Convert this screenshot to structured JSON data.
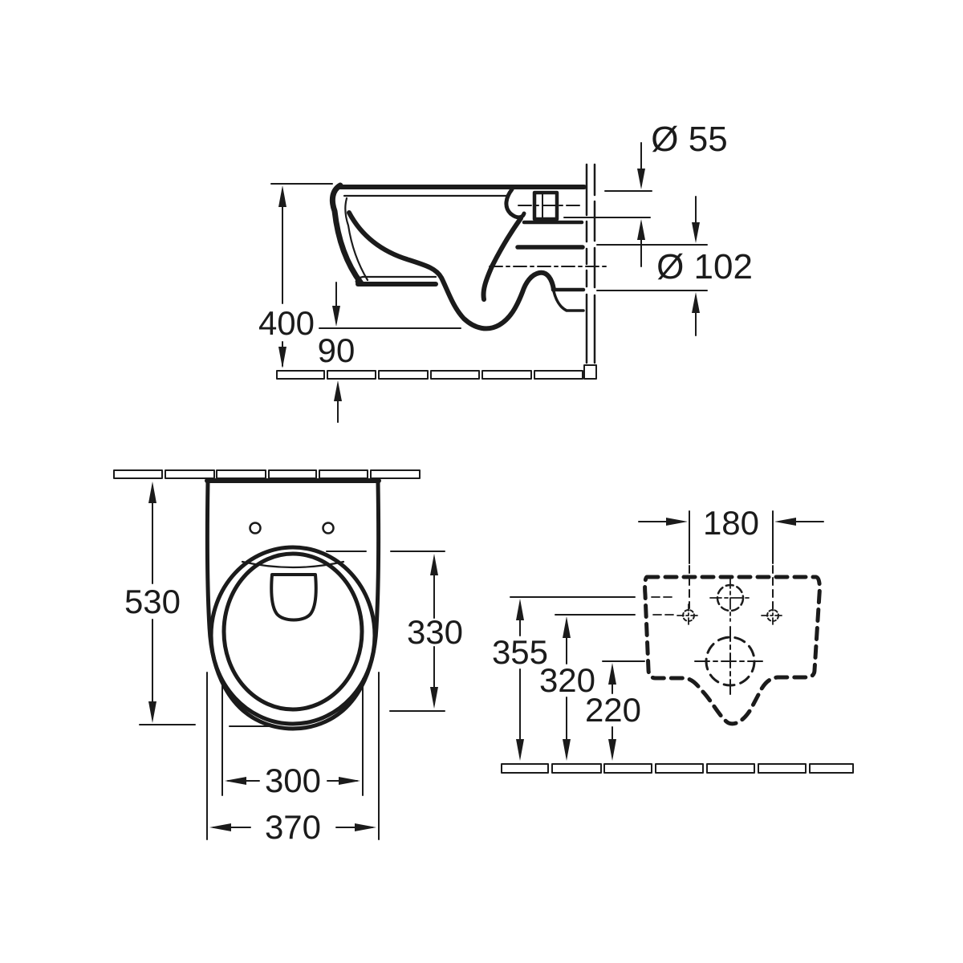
{
  "colors": {
    "background": "#ffffff",
    "line": "#1b1b1b"
  },
  "drawing_type": "toilet technical dimension drawing, three views",
  "views": {
    "side": {
      "name": "side section view",
      "dims": {
        "height": "400",
        "underside_clearance": "90",
        "inlet_diameter": "Ø 55",
        "outlet_diameter": "Ø 102"
      }
    },
    "top": {
      "name": "plan view",
      "dims": {
        "overall_depth": "530",
        "opening_depth": "330",
        "opening_width": "300",
        "overall_width": "370"
      }
    },
    "rear": {
      "name": "rear wall view",
      "dims": {
        "fixing_hole_spacing": "180",
        "inlet_centre_height": "355",
        "fixing_hole_height": "320",
        "outlet_centre_height": "220"
      }
    }
  }
}
